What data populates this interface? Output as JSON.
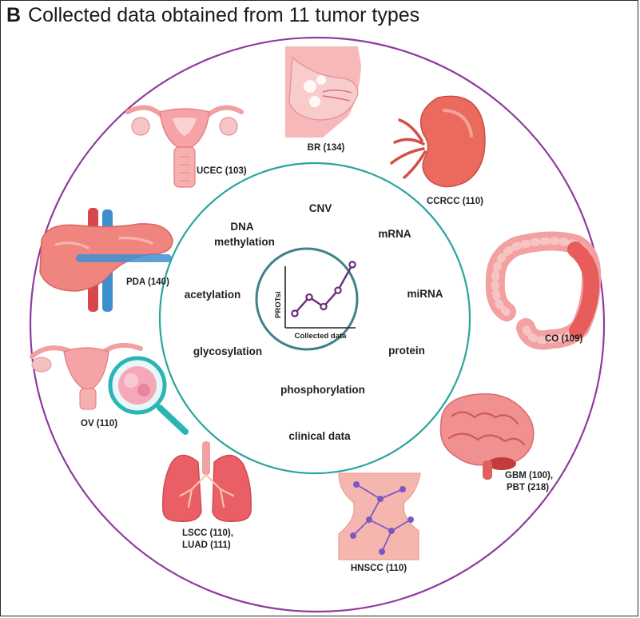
{
  "heading": {
    "letter": "B",
    "title": "Collected data obtained from 11 tumor types"
  },
  "center_plot": {
    "ylabel": "PROTsi",
    "xlabel": "Collected data",
    "values": [
      1,
      2.2,
      1.5,
      2.7,
      4.6
    ],
    "line_color": "#6a2c79"
  },
  "data_types": {
    "cnv": "CNV",
    "dna": "DNA",
    "methylation": "methylation",
    "mrna": "mRNA",
    "mirna": "miRNA",
    "acetylation": "acetylation",
    "glycosylation": "glycosylation",
    "protein": "protein",
    "phosphorylation": "phosphorylation",
    "clinical": "clinical data"
  },
  "tumors": {
    "br": "BR (134)",
    "ucec": "UCEC (103)",
    "ccrcc": "CCRCC (110)",
    "pda": "PDA (140)",
    "co": "CO (109)",
    "ov": "OV (110)",
    "gbm_line1": "GBM (100),",
    "gbm_line2": "PBT (218)",
    "lscc_line1": "LSCC (110),",
    "lscc_line2": "LUAD (111)",
    "hnscc": "HNSCC (110)"
  },
  "colors": {
    "outer_ring": "#8e3a9e",
    "inner_ring": "#2aa59c",
    "center_ring": "#3f8288",
    "organ_light": "#f4a8a8",
    "organ_dark": "#e46a6a"
  }
}
